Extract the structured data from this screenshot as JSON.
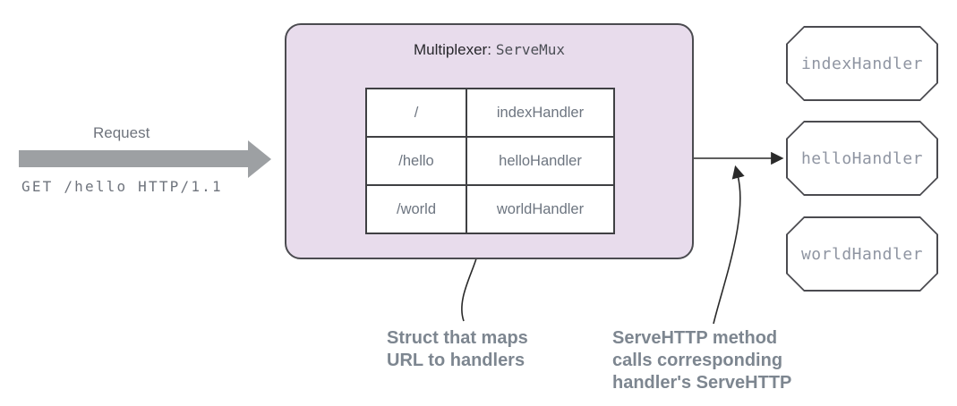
{
  "request": {
    "label": "Request",
    "http_line": "GET /hello HTTP/1.1"
  },
  "multiplexer": {
    "title_label": "Multiplexer:",
    "title_code": "ServeMux",
    "routes": [
      {
        "path": "/",
        "handler": "indexHandler"
      },
      {
        "path": "/hello",
        "handler": "helloHandler"
      },
      {
        "path": "/world",
        "handler": "worldHandler"
      }
    ]
  },
  "handler_boxes": [
    "indexHandler",
    "helloHandler",
    "worldHandler"
  ],
  "annotations": {
    "struct_note_lines": [
      "Struct that maps",
      "URL to handlers"
    ],
    "servehttp_note_lines": [
      "ServeHTTP method",
      "calls corresponding",
      "handler's ServeHTTP"
    ]
  },
  "colors": {
    "mux-fill": "#e8dcec",
    "mux-border": "#4b4b50",
    "table-border": "#3f4043",
    "table-text": "#6d7580",
    "handler-text": "#8f95a2",
    "muted-text": "#6f747d",
    "annotation-text": "#7d8690",
    "line": "#2a2a2a",
    "request-arrow": "#9da0a3",
    "title-text": "#28282c",
    "title-code-text": "#4b4e55"
  }
}
